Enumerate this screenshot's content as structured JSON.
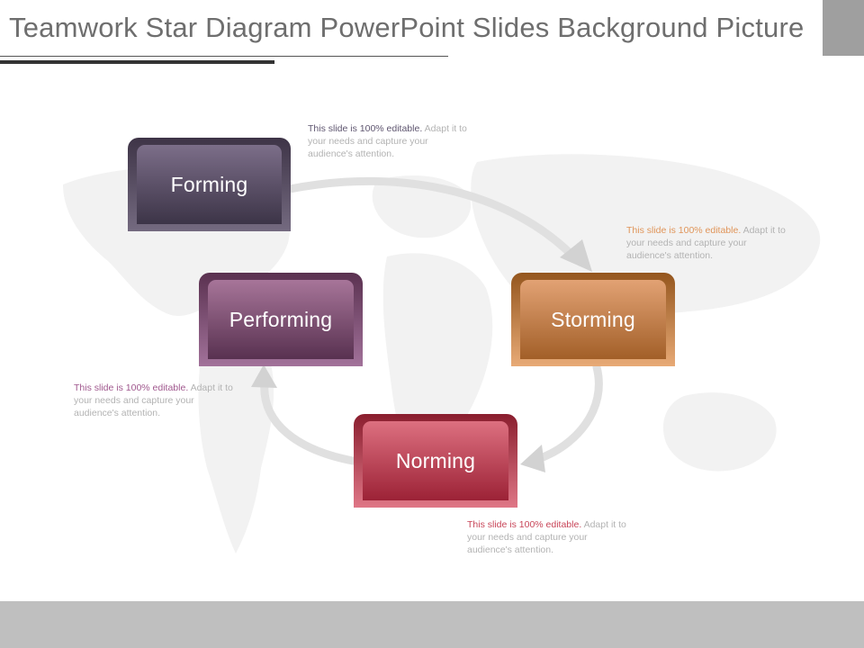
{
  "slide": {
    "title": "Teamwork Star Diagram PowerPoint Slides Background Picture"
  },
  "stages": {
    "forming": {
      "label": "Forming"
    },
    "storming": {
      "label": "Storming"
    },
    "norming": {
      "label": "Norming"
    },
    "performing": {
      "label": "Performing"
    }
  },
  "notes": {
    "forming": {
      "lead": "This slide is 100% editable.",
      "rest": " Adapt it to your needs and capture your audience's attention."
    },
    "storming": {
      "lead": "This slide is 100% editable.",
      "rest": " Adapt it to your needs and capture your audience's attention."
    },
    "performing": {
      "lead": "This slide is 100% editable.",
      "rest": " Adapt it to your needs and capture your audience's attention."
    },
    "norming": {
      "lead": "This slide is 100% editable.",
      "rest": " Adapt it to your needs and capture your audience's attention."
    }
  },
  "icons": {
    "background": "world-map-icon",
    "connectors": "cycle-arrow-icon"
  }
}
